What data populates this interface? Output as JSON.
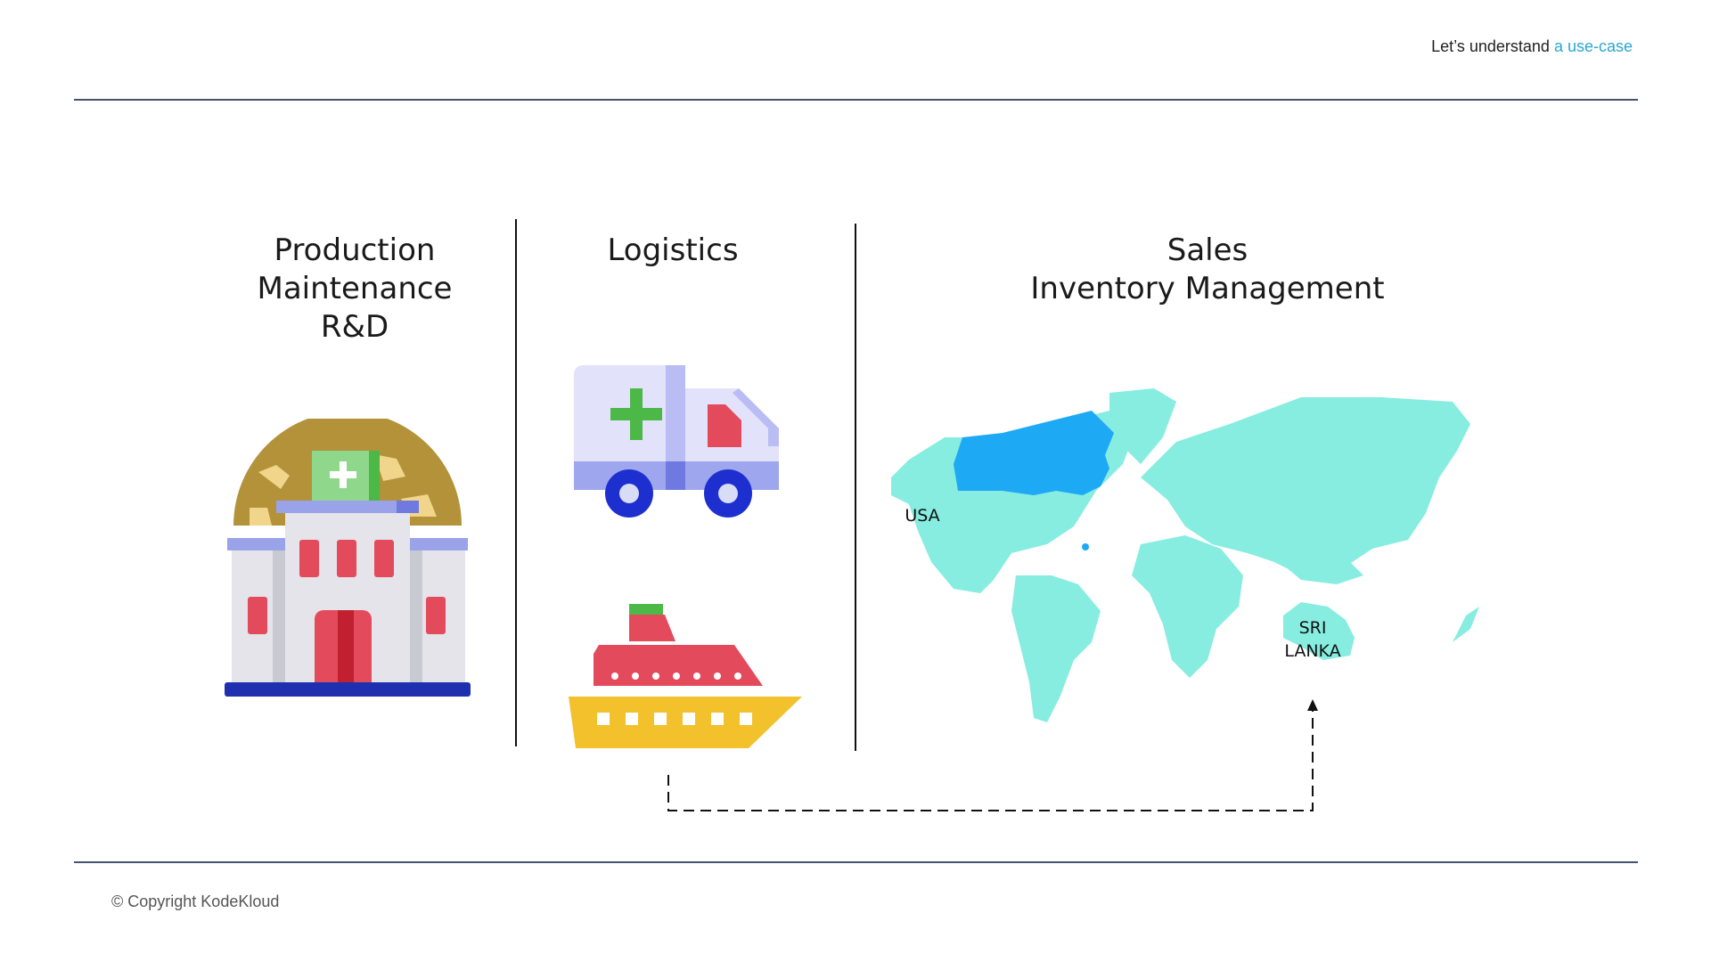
{
  "header": {
    "prefix": "Let’s understand ",
    "highlight": "a use-case",
    "highlight_color": "#2aa7d0"
  },
  "columns": [
    {
      "lines": [
        "Production",
        "Maintenance",
        "R&D"
      ],
      "icon": "factory-building-icon"
    },
    {
      "lines": [
        "Logistics"
      ],
      "icons": [
        "delivery-truck-icon",
        "cargo-ship-icon"
      ]
    },
    {
      "lines": [
        "Sales",
        "Inventory Management"
      ],
      "icon": "world-map-icon"
    }
  ],
  "map": {
    "labels": {
      "usa": "USA",
      "sri_lanka_1": "SRI",
      "sri_lanka_2": "LANKA"
    },
    "land_color": "#86ede0",
    "highlight_color": "#1ea9f5"
  },
  "footer": {
    "copyright": "© Copyright KodeKloud"
  }
}
